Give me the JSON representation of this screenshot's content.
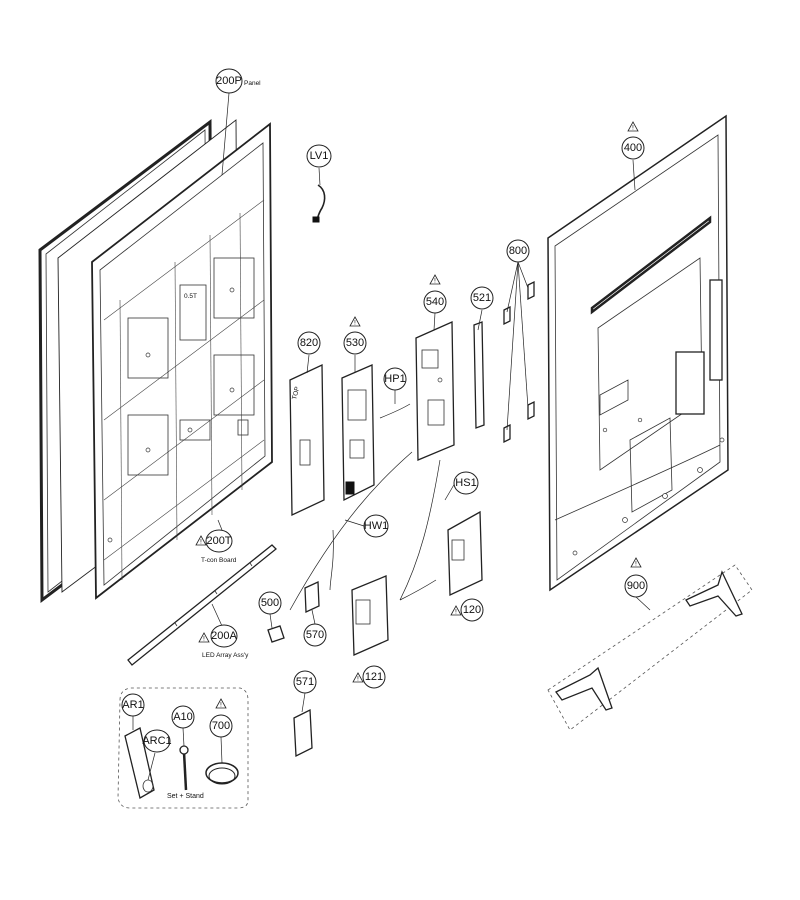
{
  "callouts": [
    {
      "id": "200P",
      "caption": "Panel"
    },
    {
      "id": "LV1"
    },
    {
      "id": "400",
      "warning": true
    },
    {
      "id": "800"
    },
    {
      "id": "521"
    },
    {
      "id": "540",
      "warning": true
    },
    {
      "id": "530",
      "warning": true
    },
    {
      "id": "820"
    },
    {
      "id": "HP1"
    },
    {
      "id": "HW1"
    },
    {
      "id": "HS1"
    },
    {
      "id": "200T",
      "caption": "T-con Board",
      "warning": true
    },
    {
      "id": "200A",
      "caption": "LED Array Ass'y",
      "warning": true
    },
    {
      "id": "500"
    },
    {
      "id": "570"
    },
    {
      "id": "571"
    },
    {
      "id": "121",
      "warning": true
    },
    {
      "id": "120",
      "warning": true
    },
    {
      "id": "900",
      "warning": true
    },
    {
      "id": "AR1"
    },
    {
      "id": "ARC1"
    },
    {
      "id": "A10"
    },
    {
      "id": "700",
      "warning": true
    }
  ],
  "accessory_caption": "Set + Stand",
  "part_labels": {
    "top_label": "TOP",
    "panel_mark": "0.5T"
  },
  "warning_symbol": "!"
}
